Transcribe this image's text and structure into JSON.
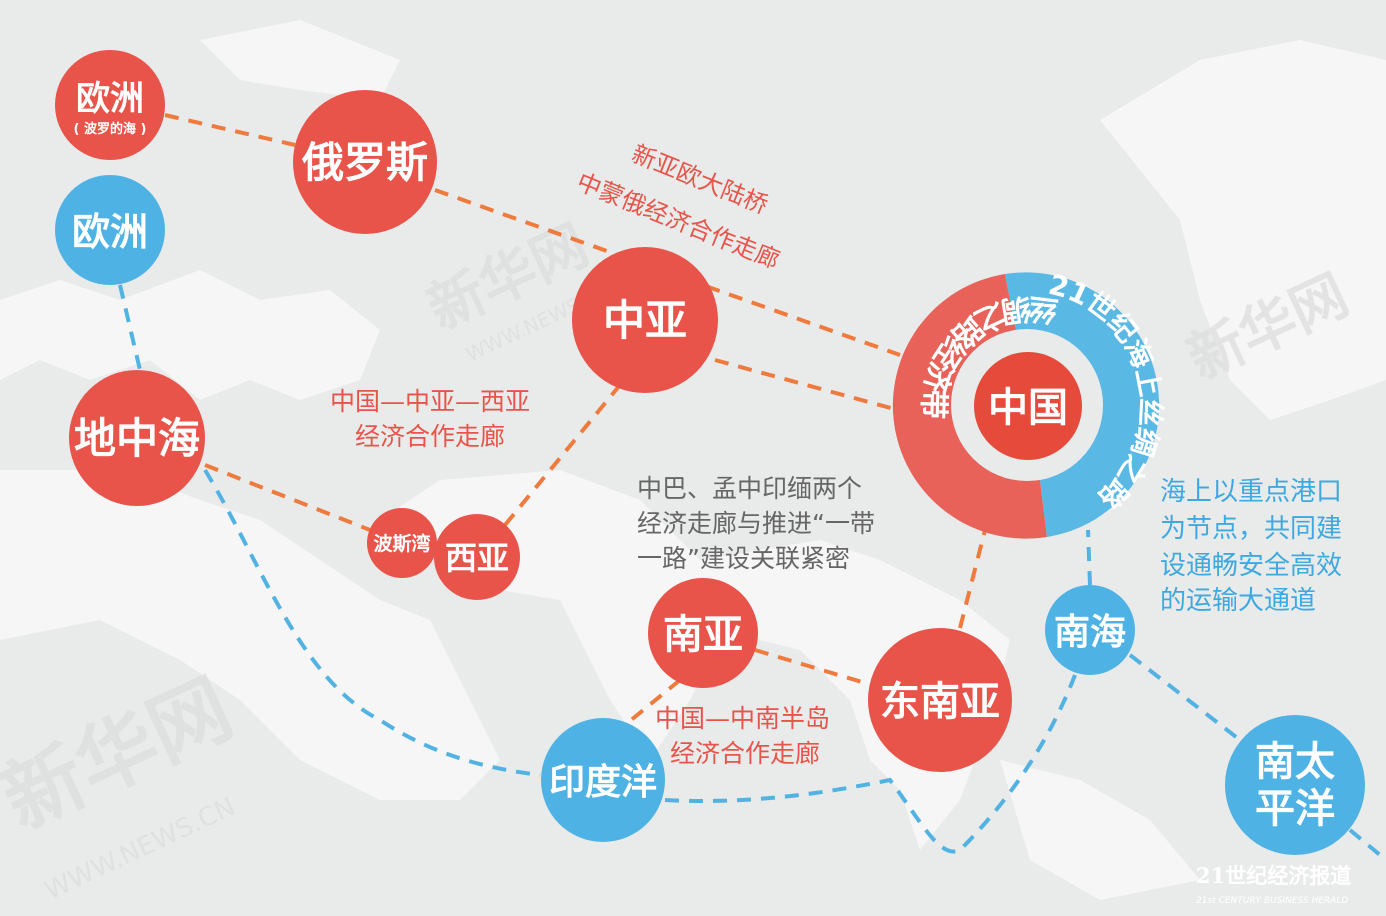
{
  "colors": {
    "belt": "#e8544a",
    "road": "#4eb3e4",
    "belt_line": "#ef7a3e",
    "road_line": "#52b2e2",
    "text_gray": "#666666",
    "background": "#e9eaea"
  },
  "nodes": {
    "europe_baltic": {
      "label": "欧洲",
      "sub": "( 波罗的海 )"
    },
    "russia": {
      "label": "俄罗斯"
    },
    "europe_blue": {
      "label": "欧洲"
    },
    "central_asia": {
      "label": "中亚"
    },
    "mediterranean": {
      "label": "地中海"
    },
    "persian_gulf": {
      "label": "波斯湾"
    },
    "west_asia": {
      "label": "西亚"
    },
    "south_asia": {
      "label": "南亚"
    },
    "southeast_asia": {
      "label": "东南亚"
    },
    "indian_ocean": {
      "label": "印度洋"
    },
    "south_china_sea": {
      "label": "南海"
    },
    "south_pacific": {
      "label": "南太",
      "label2": "平洋"
    },
    "china": {
      "label": "中国",
      "belt_ring": "丝绸之路经济带",
      "road_ring": "21世纪海上丝绸之路"
    }
  },
  "annotations": {
    "bridge": {
      "line1": "新亚欧大陆桥",
      "line2": "中蒙俄经济合作走廊"
    },
    "cawa": {
      "line1": "中国—中亚—西亚",
      "line2": "经济合作走廊"
    },
    "pakistan": {
      "line1": "中巴、孟中印缅两个",
      "line2": "经济走廊与推进“一带",
      "line3": "一路”建设关联紧密"
    },
    "indochina": {
      "line1": "中国—中南半岛",
      "line2": "经济合作走廊"
    },
    "maritime": {
      "line1": "海上以重点港口",
      "line2": "为节点，共同建",
      "line3": "设通畅安全高效",
      "line4": "的运输大通道"
    }
  },
  "watermarks": {
    "xinhua": "新华网",
    "xinhua_url": "WWW.NEWS.CN",
    "logo_cn": "21世纪经济报道",
    "logo_en": "21st CENTURY BUSINESS HERALD"
  }
}
